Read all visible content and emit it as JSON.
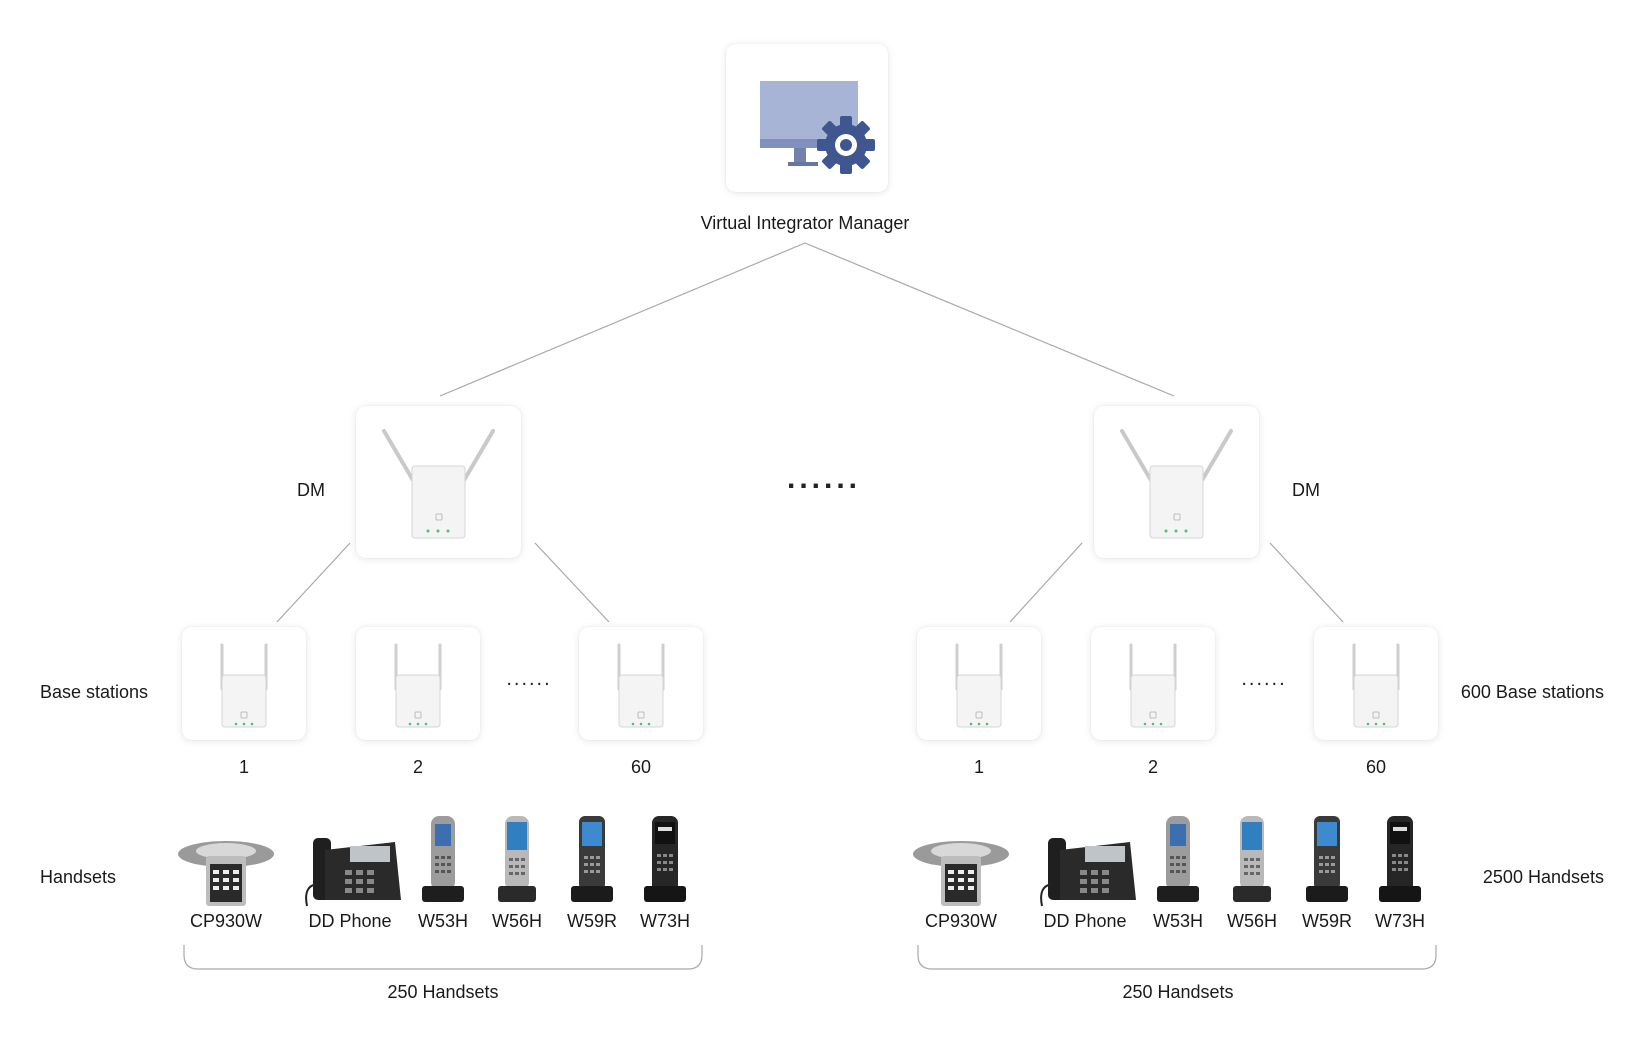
{
  "manager": {
    "label": "Virtual Integrator Manager",
    "icon": "monitor-gear-icon"
  },
  "ellipsis": "......",
  "row_labels": {
    "dm_left": "DM",
    "dm_right": "DM",
    "base_left": "Base stations",
    "base_right": "600 Base stations",
    "handsets_left": "Handsets",
    "handsets_right": "2500 Handsets"
  },
  "groups": [
    {
      "base_stations": [
        "1",
        "2",
        "60"
      ],
      "handsets": [
        "CP930W",
        "DD Phone",
        "W53H",
        "W56H",
        "W59R",
        "W73H"
      ],
      "handset_total": "250 Handsets"
    },
    {
      "base_stations": [
        "1",
        "2",
        "60"
      ],
      "handsets": [
        "CP930W",
        "DD Phone",
        "W53H",
        "W56H",
        "W59R",
        "W73H"
      ],
      "handset_total": "250 Handsets"
    }
  ],
  "colors": {
    "line": "#a8a8a8",
    "monitor": "#a7b4d6",
    "gear": "#3f5690",
    "led": "#4bc07a"
  }
}
